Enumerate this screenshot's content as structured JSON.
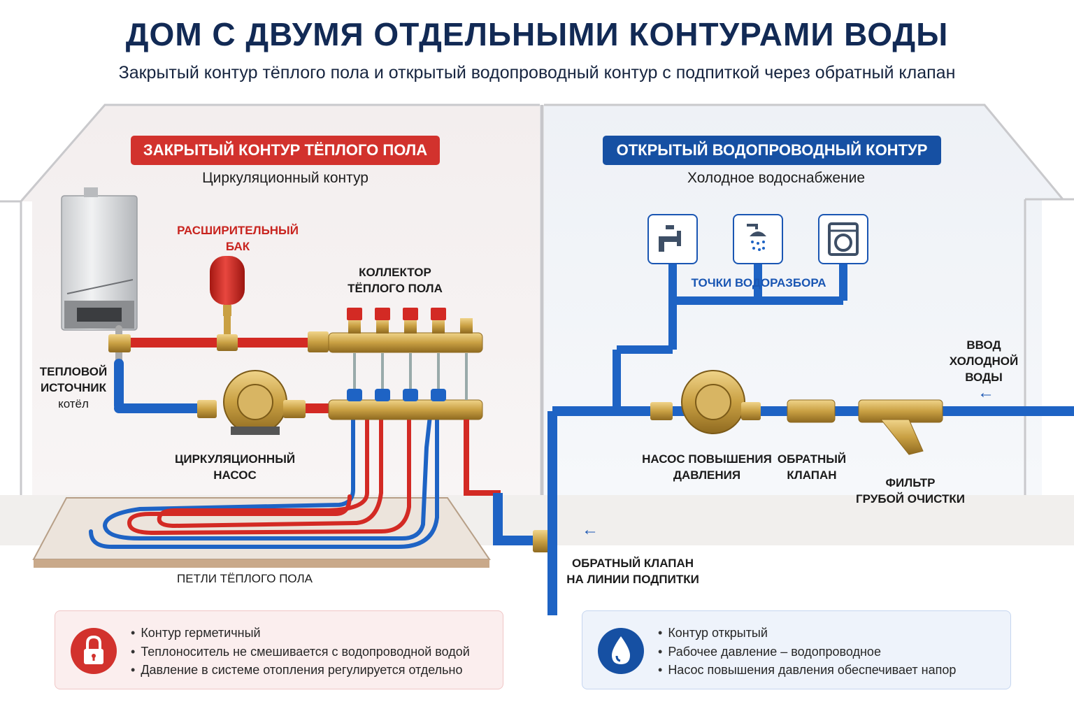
{
  "title": "ДОМ С ДВУМЯ ОТДЕЛЬНЫМИ КОНТУРАМИ ВОДЫ",
  "subtitle": "Закрытый контур тёплого пола и открытый водопроводный контур с подпиткой через обратный клапан",
  "left_panel": {
    "banner": "ЗАКРЫТЫЙ КОНТУР ТЁПЛОГО ПОЛА",
    "subheading": "Циркуляционный контур",
    "labels": {
      "expansion_tank_1": "РАСШИРИТЕЛЬНЫЙ",
      "expansion_tank_2": "БАК",
      "manifold_1": "КОЛЛЕКТОР",
      "manifold_2": "ТЁПЛОГО ПОЛА",
      "heat_source_1": "ТЕПЛОВОЙ",
      "heat_source_2": "ИСТОЧНИК",
      "heat_source_3": "котёл",
      "circ_pump_1": "ЦИРКУЛЯЦИОННЫЙ",
      "circ_pump_2": "НАСОС",
      "floor_loops": "ПЕТЛИ ТЁПЛОГО ПОЛА"
    },
    "info_items": [
      "Контур герметичный",
      "Теплоноситель не смешивается с водопроводной водой",
      "Давление в системе отопления регулируется отдельно"
    ],
    "info_icon": "lock-icon"
  },
  "right_panel": {
    "banner": "ОТКРЫТЫЙ ВОДОПРОВОДНЫЙ КОНТУР",
    "subheading": "Холодное водоснабжение",
    "labels": {
      "points": "ТОЧКИ ВОДОРАЗБОРА",
      "inlet_1": "ВВОД",
      "inlet_2": "ХОЛОДНОЙ",
      "inlet_3": "ВОДЫ",
      "booster_1": "НАСОС ПОВЫШЕНИЯ",
      "booster_2": "ДАВЛЕНИЯ",
      "check_1": "ОБРАТНЫЙ",
      "check_2": "КЛАПАН",
      "filter_1": "ФИЛЬТР",
      "filter_2": "ГРУБОЙ ОЧИСТКИ"
    },
    "point_icons": [
      "faucet-icon",
      "shower-icon",
      "washing-machine-icon"
    ],
    "info_items": [
      "Контур открытый",
      "Рабочее давление – водопроводное",
      "Насос повышения давления обеспечивает напор"
    ],
    "info_icon": "water-drop-icon"
  },
  "makeup": {
    "label_1": "ОБРАТНЫЙ КЛАПАН",
    "label_2": "НА ЛИНИИ ПОДПИТКИ"
  },
  "colors": {
    "hot_pipe": "#d32a24",
    "cold_pipe": "#1e63c4",
    "brass": "#c9a043",
    "title": "#122a55"
  }
}
